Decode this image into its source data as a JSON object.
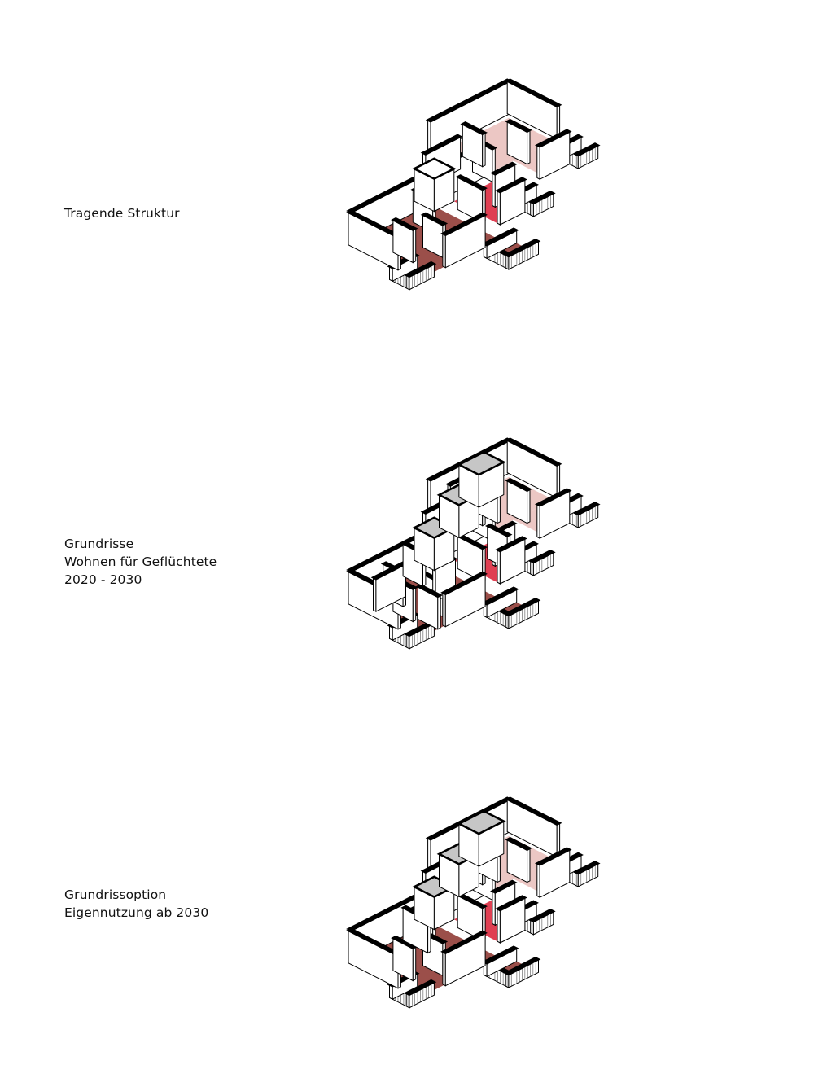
{
  "panels": [
    {
      "id": "structure",
      "lines": [
        "Tragende Struktur"
      ],
      "variant": "structure"
    },
    {
      "id": "refugees",
      "lines": [
        "Grundrisse",
        "Wohnen für Geflüchtete",
        "2020 - 2030"
      ],
      "variant": "refugees"
    },
    {
      "id": "own-use",
      "lines": [
        "Grundrissoption",
        "Eigennutzung ab 2030"
      ],
      "variant": "ownuse"
    }
  ],
  "colors": {
    "brown": "#9b4f4a",
    "red": "#df3f52",
    "pink": "#ecc7c4",
    "grey": "#c6c6c6",
    "wall": "#ffffff",
    "edge": "#000000"
  }
}
